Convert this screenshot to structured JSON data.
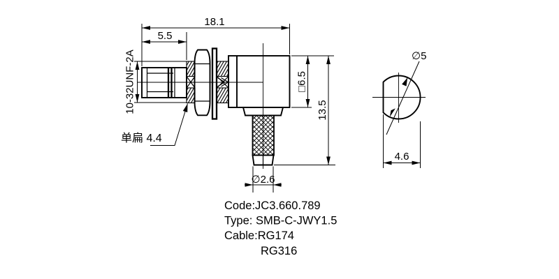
{
  "dimensions": {
    "overall_length": "18.1",
    "front_section_length": "5.5",
    "mounting_thread": "10-32UNF-2A",
    "flat_label": "单扁 4.4",
    "body_square_size": "□6.5",
    "overall_height": "13.5",
    "crimp_ferrule_diameter": "∅2.6",
    "shell_diameter": "∅5",
    "across_flat_width": "4.6"
  },
  "notes": {
    "line1": "Code:JC3.660.789",
    "line2": "Type: SMB-C-JWY1.5",
    "line3": "Cable:RG174",
    "line4": "RG316"
  },
  "colors": {
    "line": "#000000",
    "background": "#ffffff"
  }
}
